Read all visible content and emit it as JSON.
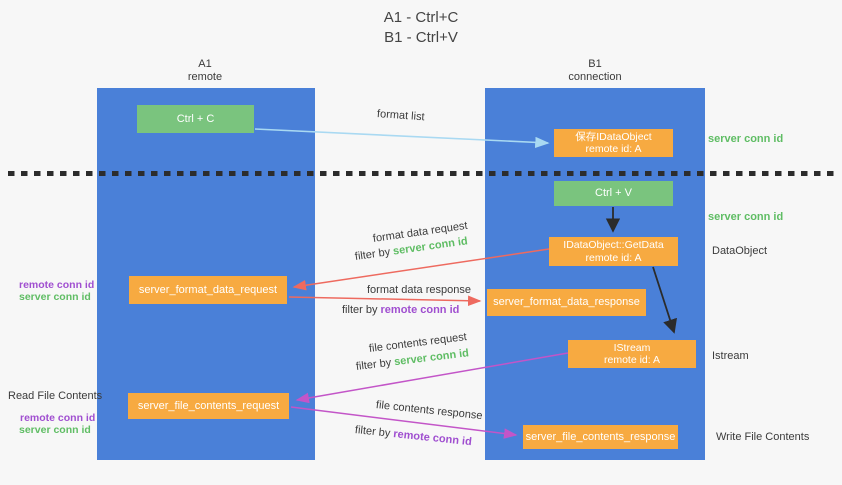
{
  "title": {
    "line1": "A1 - Ctrl+C",
    "line2": "B1 - Ctrl+V"
  },
  "columns": {
    "left": {
      "name": "A1",
      "subtitle": "remote"
    },
    "right": {
      "name": "B1",
      "subtitle": "connection"
    }
  },
  "boxes": {
    "ctrl_c": "Ctrl + C",
    "ctrl_v": "Ctrl + V",
    "save_idataobject": {
      "line1": "保存IDataObject",
      "line2": "remote id: A"
    },
    "getdata": {
      "line1": "IDataObject::GetData",
      "line2": "remote id: A"
    },
    "istream": {
      "line1": "IStream",
      "line2": "remote id: A"
    },
    "format_request": "server_format_data_request",
    "format_response": "server_format_data_response",
    "file_request": "server_file_contents_request",
    "file_response": "server_file_contents_response"
  },
  "arrow_labels": {
    "format_list": "format list",
    "format_data_request": "format data request",
    "format_data_response": "format data response",
    "file_contents_request": "file contents request",
    "file_contents_response": "file contents response",
    "filter_by": "filter by ",
    "server_conn_id": "server conn id",
    "remote_conn_id": "remote conn id"
  },
  "side_labels": {
    "server_conn_id_top": "server conn id",
    "server_conn_id_mid": "server conn id",
    "dataobject": "DataObject",
    "istream": "Istream",
    "write_file_contents": "Write File Contents",
    "read_file_contents": "Read File Contents",
    "remote_conn_id_format": "remote conn id",
    "server_conn_id_format": "server conn id",
    "remote_conn_id_file": "remote conn id",
    "server_conn_id_file": "server conn id"
  },
  "colors": {
    "lifeline_blue": "#4a80d8",
    "node_green": "#7ac47e",
    "node_orange": "#f7aa41",
    "arrow_light_blue": "#a9d9f2",
    "arrow_red": "#ee6a5f",
    "arrow_magenta": "#c355c8",
    "arrow_black": "#2b2b2b",
    "text_green": "#5fbd64",
    "text_purple": "#a04fd0",
    "background": "#f7f7f7"
  }
}
